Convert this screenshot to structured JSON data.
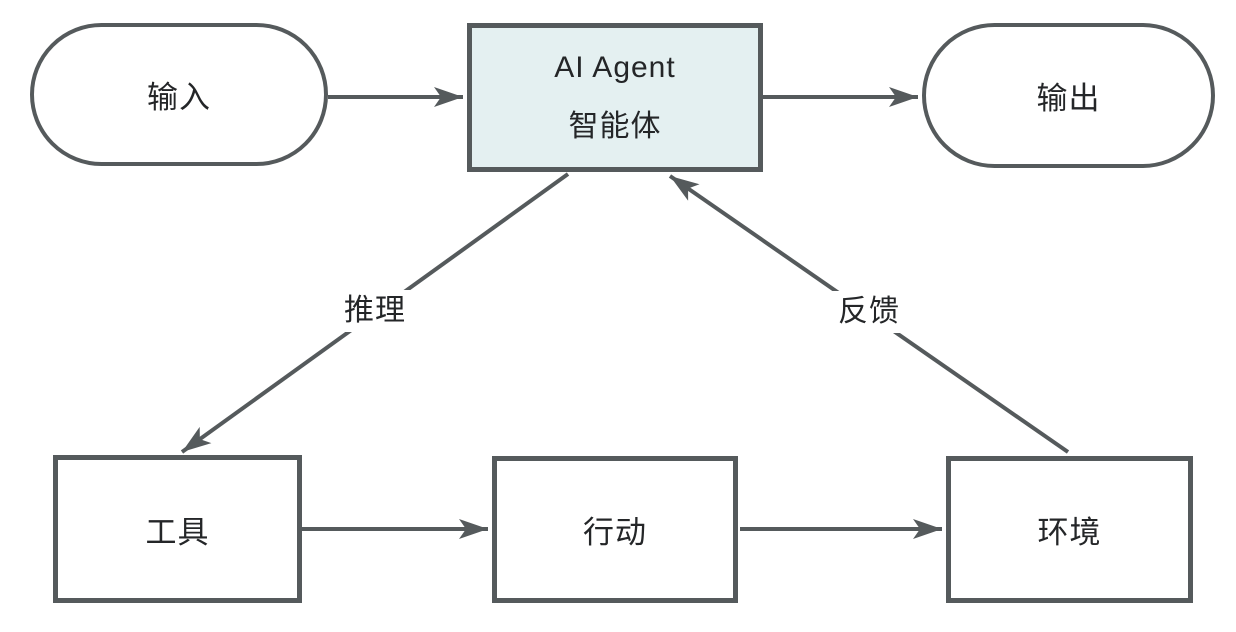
{
  "diagram": {
    "colors": {
      "stroke": "#555a5c",
      "agent_fill": "#e4f0f1",
      "text": "#242628",
      "background": "#ffffff"
    },
    "nodes": {
      "input": {
        "label": "输入",
        "shape": "stadium"
      },
      "agent": {
        "line1": "AI Agent",
        "line2": "智能体",
        "shape": "rect-highlighted"
      },
      "output": {
        "label": "输出",
        "shape": "stadium"
      },
      "tools": {
        "label": "工具",
        "shape": "rect"
      },
      "action": {
        "label": "行动",
        "shape": "rect"
      },
      "environment": {
        "label": "环境",
        "shape": "rect"
      }
    },
    "edge_labels": {
      "reasoning": "推理",
      "feedback": "反馈"
    },
    "edges": [
      {
        "from": "input",
        "to": "agent",
        "label": ""
      },
      {
        "from": "agent",
        "to": "output",
        "label": ""
      },
      {
        "from": "agent",
        "to": "tools",
        "label": "推理"
      },
      {
        "from": "environment",
        "to": "agent",
        "label": "反馈"
      },
      {
        "from": "tools",
        "to": "action",
        "label": ""
      },
      {
        "from": "action",
        "to": "environment",
        "label": ""
      }
    ]
  }
}
